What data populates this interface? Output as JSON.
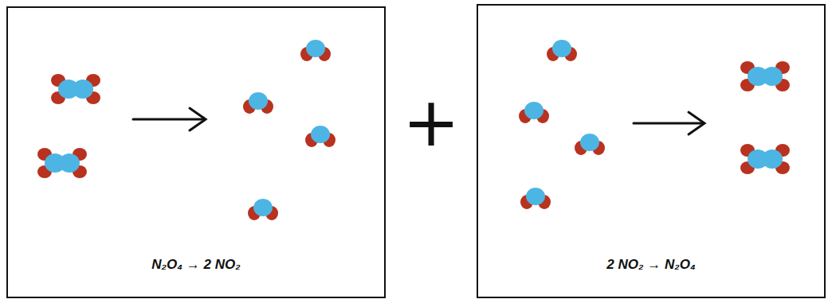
{
  "diagram": {
    "nodes": [
      {
        "text": [
          "N₂O₄ → 2 NO₂"
        ]
      },
      {
        "text": [
          "2 NO₂ → N₂O₄"
        ]
      }
    ],
    "labels": [
      "+"
    ]
  }
}
